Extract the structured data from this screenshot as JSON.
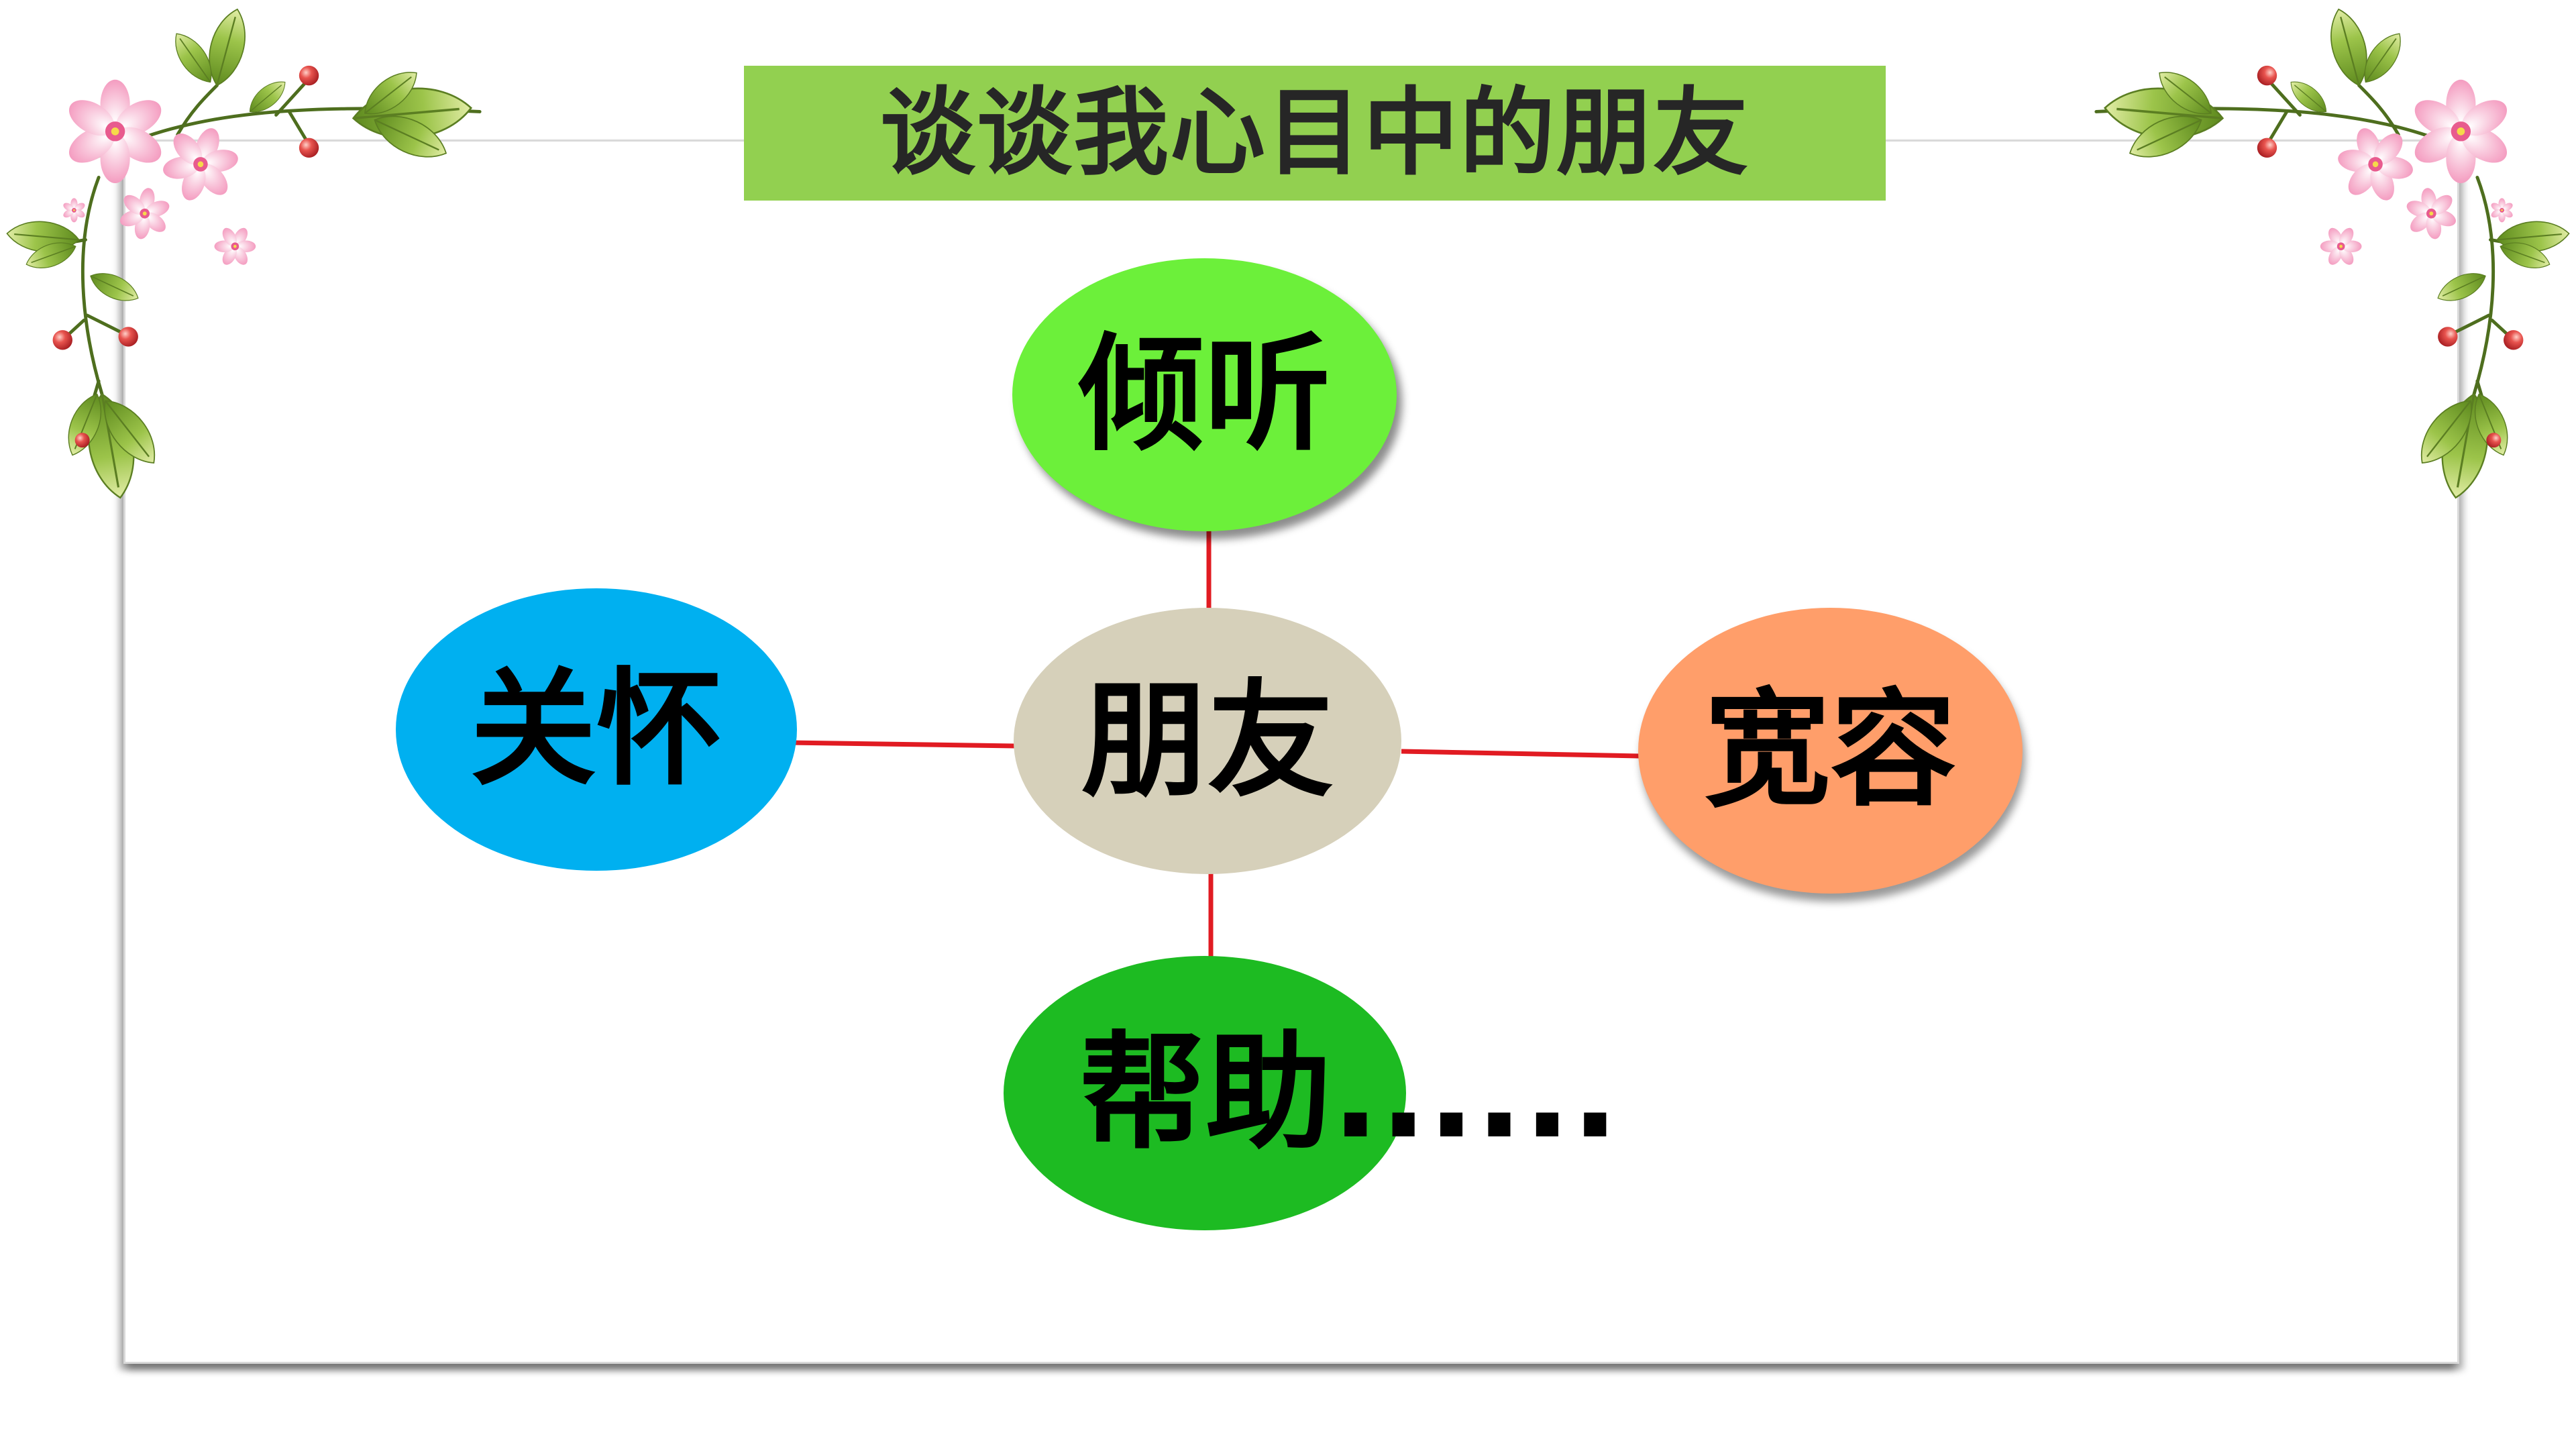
{
  "slide": {
    "title": "谈谈我心目中的朋友"
  },
  "mind_map": {
    "center": {
      "label": "朋友",
      "color": "#D6D0BA"
    },
    "top": {
      "label": "倾听",
      "color": "#6CF03A"
    },
    "left": {
      "label": "关怀",
      "color": "#00B0F0"
    },
    "right": {
      "label": "宽容",
      "color": "#FF9E6A"
    },
    "bottom": {
      "label": "帮助......",
      "color": "#1DBB22"
    },
    "connector_color": "#E11B22"
  },
  "colors": {
    "background": "#FFFFFF",
    "title_bar": "#92D050",
    "title_text": "#262626",
    "node_text": "#000000",
    "frame_border": "#D9D9D9"
  }
}
